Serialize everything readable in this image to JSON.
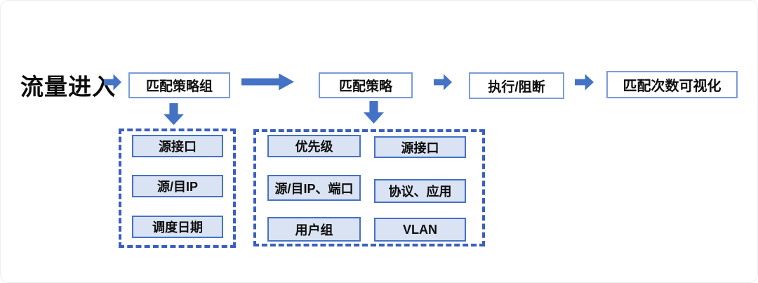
{
  "colors": {
    "background": "#FFFFFF",
    "text": "#0D0D0D",
    "arrow": "#4472C4",
    "stage_border": "#7C9BD9",
    "item_border": "#4472C4",
    "item_fill": "#DAE3F3",
    "dashed_border": "#3A5EC1"
  },
  "flow": {
    "entry_label": "流量进入",
    "stages": [
      {
        "label": "匹配策略组"
      },
      {
        "label": "匹配策略"
      },
      {
        "label": "执行/阻断"
      },
      {
        "label": "匹配次数可视化"
      }
    ]
  },
  "policy_group_attributes": {
    "items": [
      "源接口",
      "源/目IP",
      "调度日期"
    ]
  },
  "policy_attributes": {
    "left_column": [
      "优先级",
      "源/目IP、端口",
      "用户组"
    ],
    "right_column": [
      "源接口",
      "协议、应用",
      "VLAN"
    ]
  }
}
